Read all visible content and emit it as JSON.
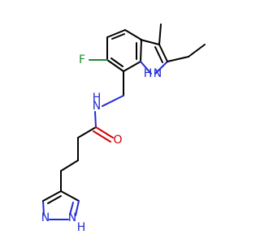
{
  "molecule": {
    "atoms": {
      "fluorine": "F",
      "indole_nitrogen": "N",
      "indole_hydrogen": "H",
      "amide_nitrogen": "N",
      "amide_hydrogen": "H",
      "carbonyl_oxygen": "O",
      "pyrazole_nitrogen_top": "N",
      "pyrazole_nitrogen_bottom": "N",
      "pyrazole_hydrogen": "H"
    },
    "colors": {
      "bond": "#000000",
      "nitrogen": "#1f2cd3",
      "oxygen": "#d30000",
      "fluorine": "#1d8a2f"
    }
  }
}
